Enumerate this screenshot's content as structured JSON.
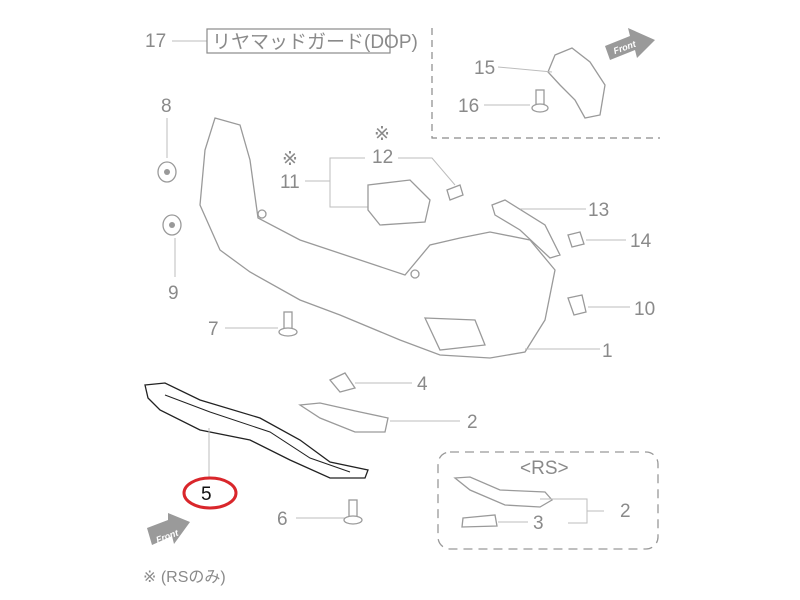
{
  "callouts": {
    "p17": "17",
    "p17_name": "リヤマッドガード(DOP)",
    "p15": "15",
    "p16": "16",
    "p8": "8",
    "p9": "9",
    "p12_mark": "※",
    "p12": "12",
    "p11_mark": "※",
    "p11": "11",
    "p13": "13",
    "p14": "14",
    "p10": "10",
    "p7": "7",
    "p1": "1",
    "p4": "4",
    "p2": "2",
    "p5": "5",
    "p6": "6",
    "rs_title": "<RS>",
    "rs_p2": "2",
    "rs_p3": "3"
  },
  "front_labels": [
    "Front",
    "Front"
  ],
  "footnote": "※ (RSのみ)",
  "highlight": {
    "part": "5",
    "color": "#d9262b"
  },
  "colors": {
    "label": "#8a8a8a",
    "highlight_circle": "#d9262b",
    "selected_part": "#111111"
  }
}
